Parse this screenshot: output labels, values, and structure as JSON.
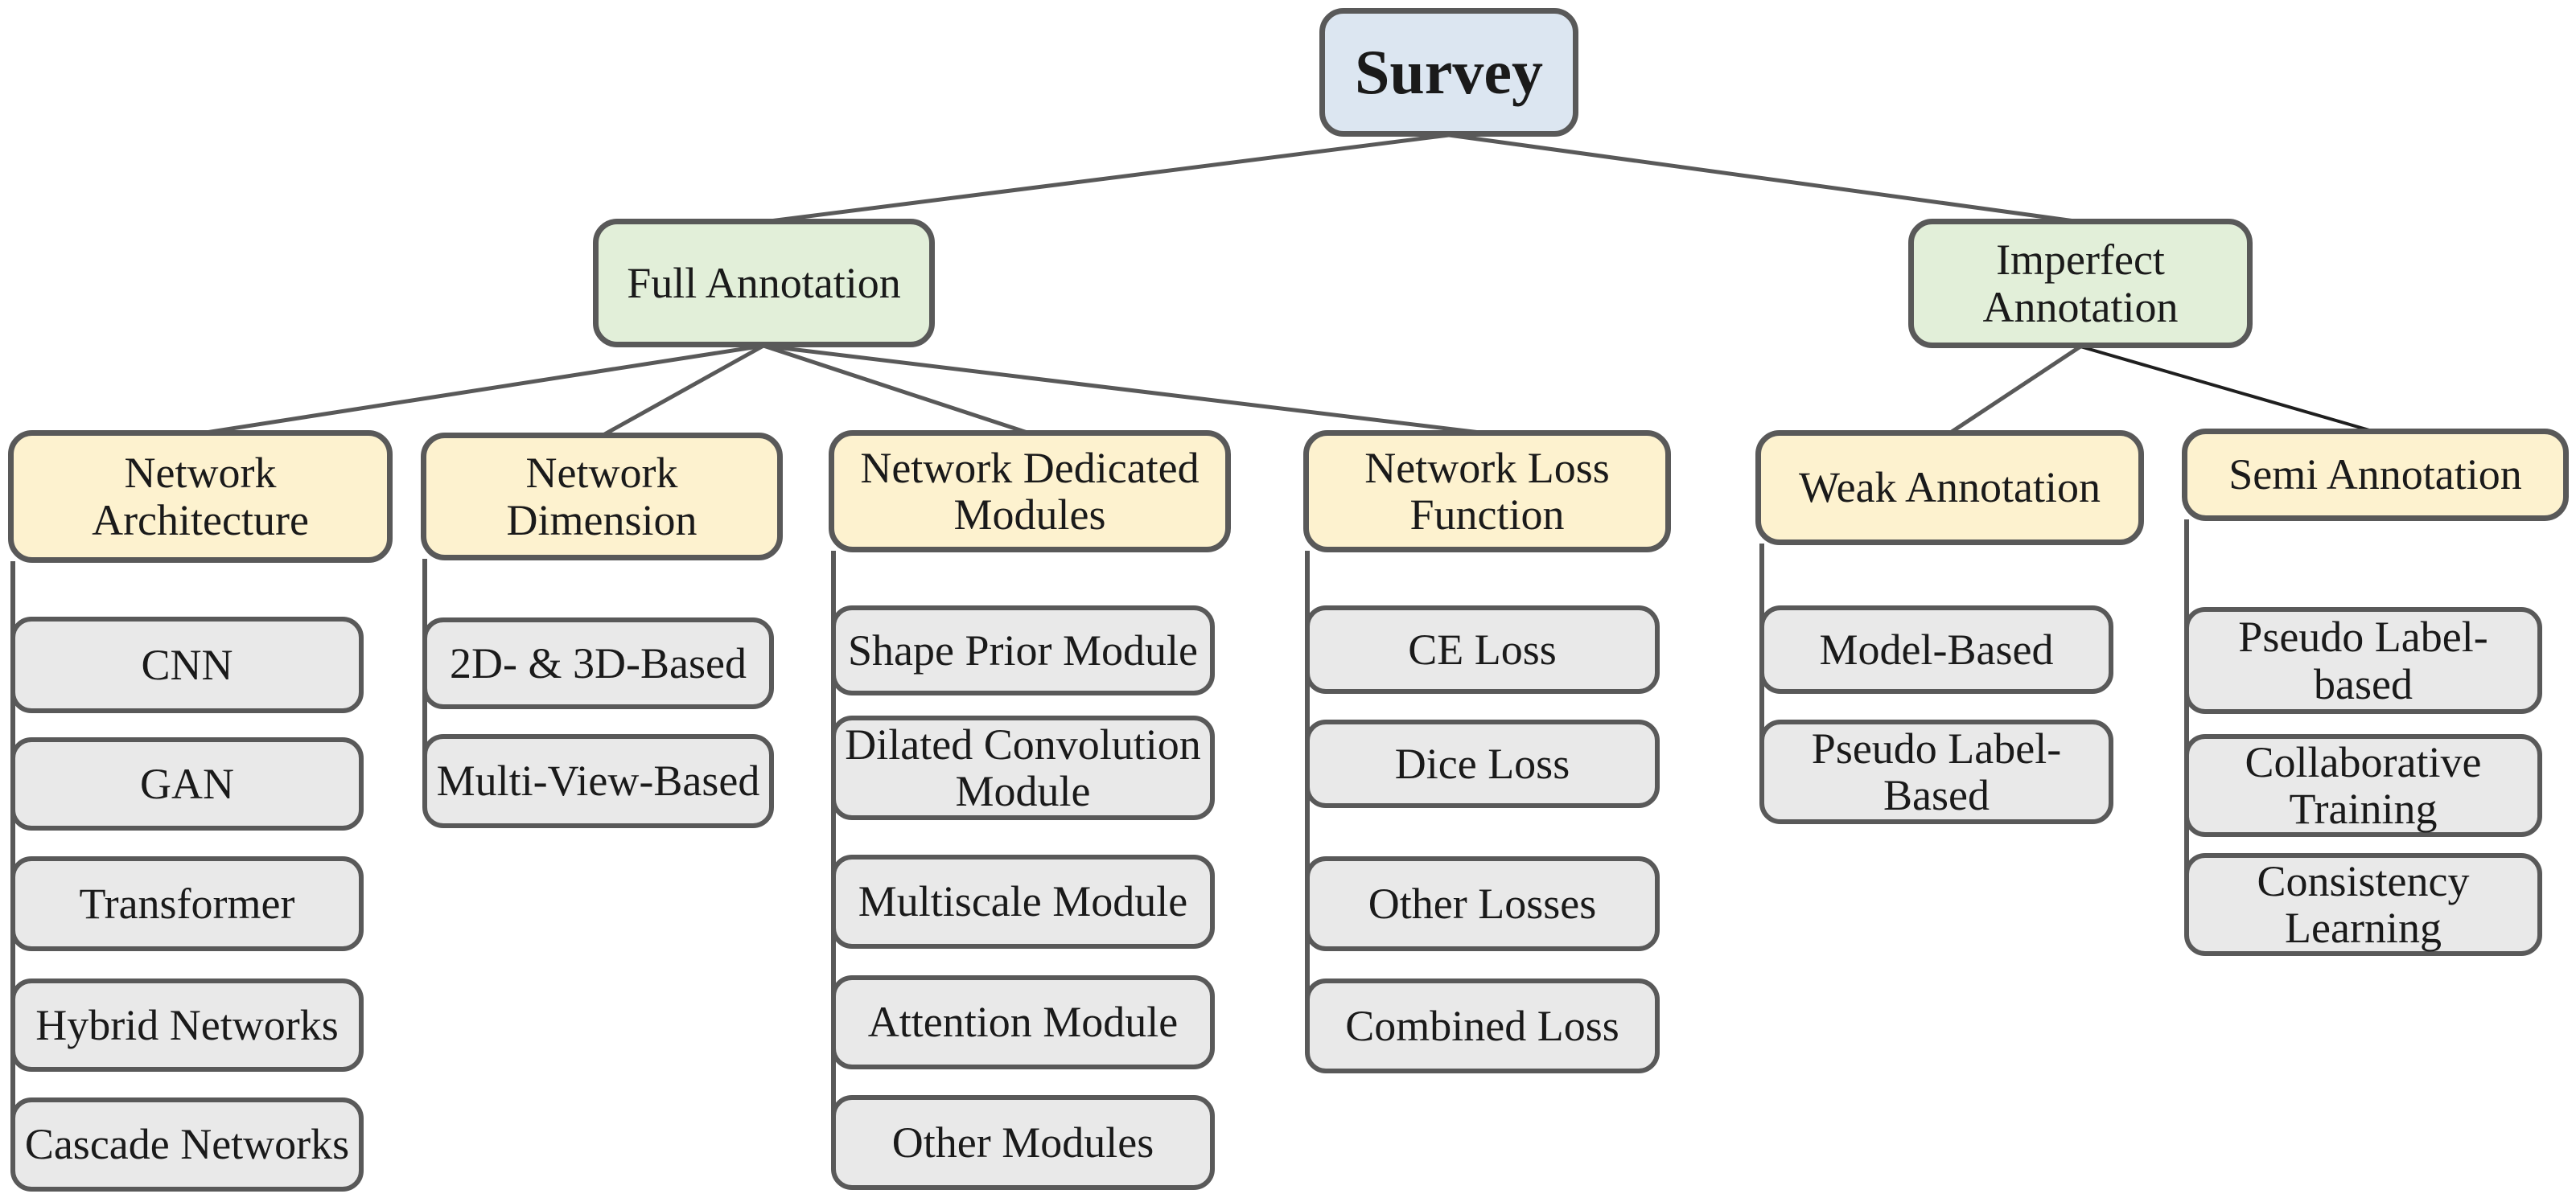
{
  "figure": {
    "title": "Survey taxonomy tree"
  },
  "colors": {
    "root_fill": "#dce6f1",
    "branch_fill": "#e2efd9",
    "header_fill": "#fdf2cf",
    "leaf_fill": "#e9e9e9",
    "border": "#595959",
    "line": "#595959",
    "line_dark": "#1f1f1f",
    "text": "#1a1a1a"
  },
  "root": {
    "label": "Survey"
  },
  "branches": [
    {
      "label": "Full Annotation"
    },
    {
      "label": "Imperfect\nAnnotation"
    }
  ],
  "columns": [
    {
      "header": "Network\nArchitecture",
      "leaves": [
        "CNN",
        "GAN",
        "Transformer",
        "Hybrid Networks",
        "Cascade Networks"
      ]
    },
    {
      "header": "Network\nDimension",
      "leaves": [
        "2D- & 3D-Based",
        "Multi-View-Based"
      ]
    },
    {
      "header": "Network Dedicated\nModules",
      "leaves": [
        "Shape Prior Module",
        "Dilated Convolution\nModule",
        "Multiscale Module",
        "Attention Module",
        "Other Modules"
      ]
    },
    {
      "header": "Network Loss\nFunction",
      "leaves": [
        "CE Loss",
        "Dice Loss",
        "Other Losses",
        "Combined Loss"
      ]
    },
    {
      "header": "Weak Annotation",
      "leaves": [
        "Model-Based",
        "Pseudo Label-\nBased"
      ]
    },
    {
      "header": "Semi Annotation",
      "leaves": [
        "Pseudo Label-\nbased",
        "Collaborative\nTraining",
        "Consistency\nLearning"
      ]
    }
  ]
}
